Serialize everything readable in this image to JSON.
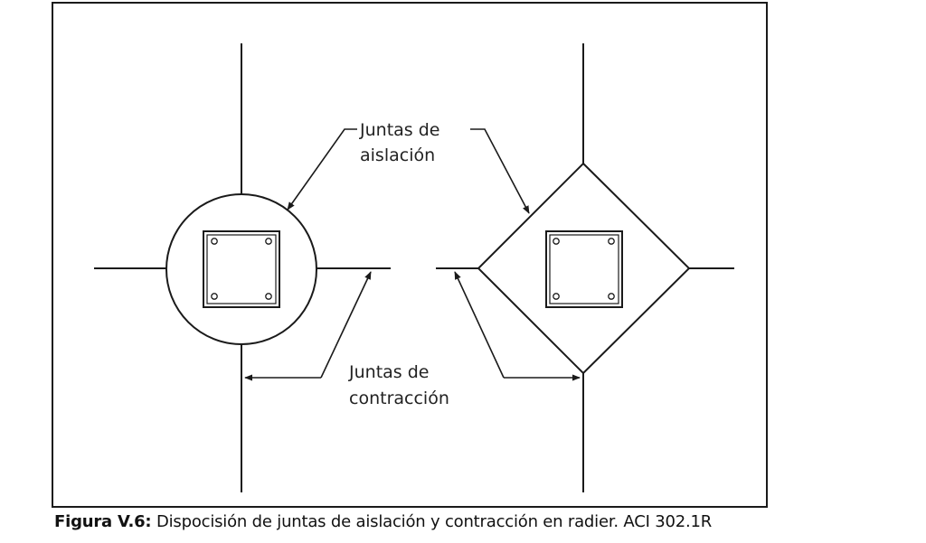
{
  "labels": {
    "isolation_line1": "Juntas de",
    "isolation_line2": "aislación",
    "contraction_line1": "Juntas de",
    "contraction_line2": "contracción"
  },
  "caption": {
    "prefix": "Figura V.6:",
    "text": " Dispocisión de juntas de aislación y contracción en radier. ACI 302.1R"
  },
  "colors": {
    "line": "#1a1a1a",
    "text": "#222222",
    "background": "#ffffff"
  }
}
